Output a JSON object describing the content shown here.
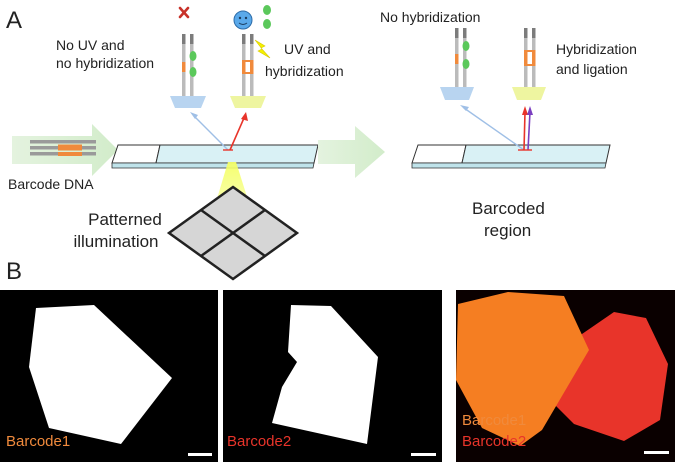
{
  "panel_a": {
    "label": "A",
    "left": {
      "no_uv_line1": "No UV and",
      "no_uv_line2": "no hybridization",
      "uv_line1": "UV and",
      "uv_line2": "hybridization",
      "input_label": "Barcode DNA",
      "illum_line1": "Patterned",
      "illum_line2": "illumination"
    },
    "right": {
      "no_hyb": "No hybridization",
      "hyb_line1": "Hybridization",
      "hyb_line2": "and ligation",
      "region_line1": "Barcoded",
      "region_line2": "region"
    },
    "icons": [
      "cross-mark-icon",
      "smiley-face-icon",
      "lightning-bolt-icon"
    ]
  },
  "panel_b": {
    "label": "B",
    "images": [
      {
        "caption": "Barcode1",
        "caption_color": "#f08a3c"
      },
      {
        "caption": "Barcode2",
        "caption_color": "#e8342a"
      },
      {
        "captions": [
          "Barcode1",
          "Barcode2"
        ],
        "caption_colors": [
          "#f08a3c",
          "#e8342a"
        ]
      }
    ]
  },
  "colors": {
    "orange": "#f08a3c",
    "red": "#e8342a",
    "green": "#5bc85b",
    "blue_dock": "#b8d4f0",
    "yellow_dock": "#eef5a0",
    "arrow_green": "#dff0d8",
    "slide": "#d9f1f5"
  }
}
